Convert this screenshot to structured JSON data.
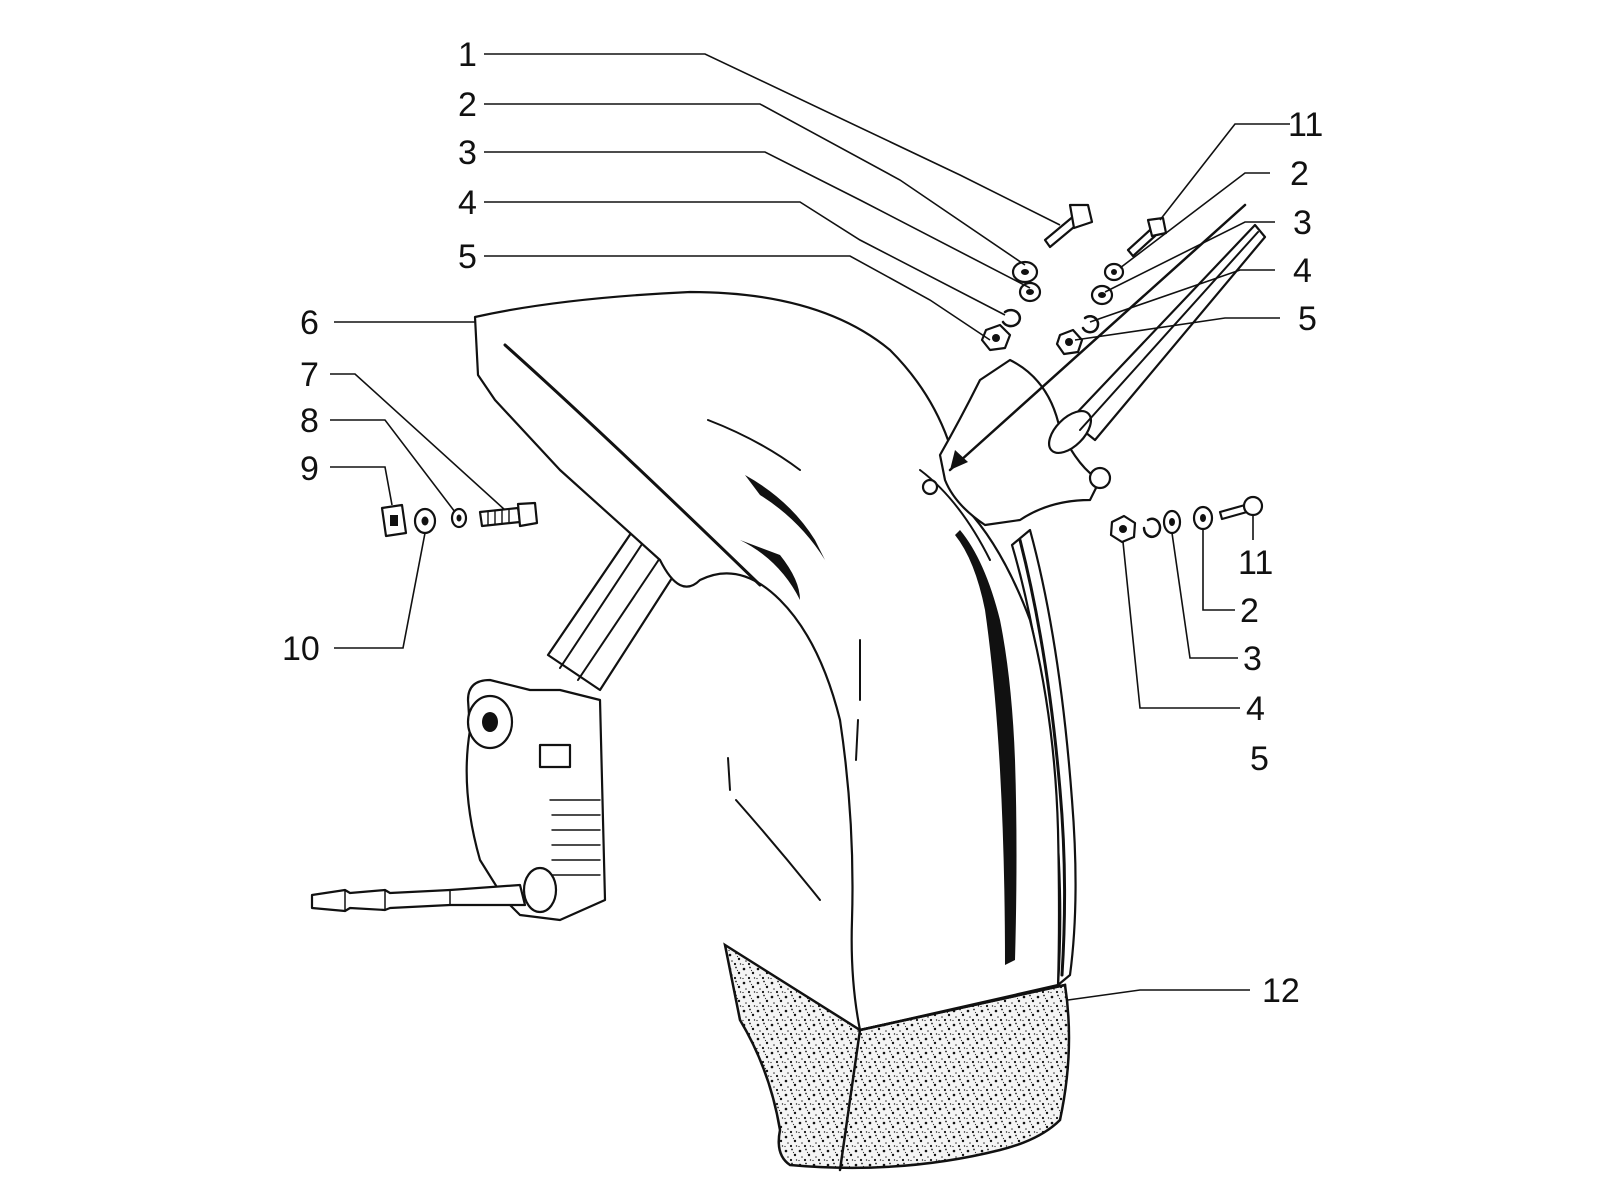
{
  "callouts": {
    "c1": "1",
    "c2_left": "2",
    "c3_left": "3",
    "c4_left": "4",
    "c5_left": "5",
    "c6": "6",
    "c7": "7",
    "c8": "8",
    "c9": "9",
    "c10": "10",
    "c11_top": "11",
    "c2_top_right": "2",
    "c3_top_right": "3",
    "c4_top_right": "4",
    "c5_top_right": "5",
    "c11_mid_right": "11",
    "c2_lower_right": "2",
    "c3_lower_right": "3",
    "c4_lower_right": "4",
    "c5_lower_right": "5",
    "c12": "12"
  },
  "colors": {
    "ink": "#111111",
    "background": "#ffffff"
  }
}
